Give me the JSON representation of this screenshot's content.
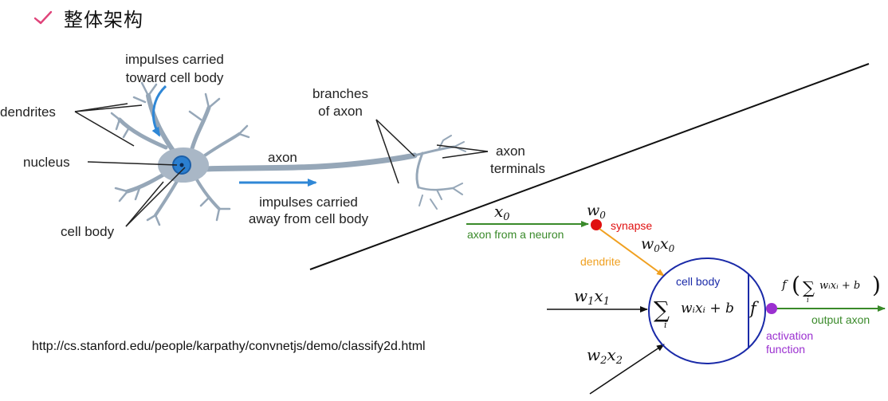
{
  "header": {
    "icon": "check-icon",
    "accent_color": "#e0447a",
    "title": "整体架构"
  },
  "biological_neuron": {
    "labels": {
      "impulses_toward_line1": "impulses carried",
      "impulses_toward_line2": "toward cell body",
      "dendrites": "dendrites",
      "nucleus": "nucleus",
      "cell_body": "cell body",
      "axon": "axon",
      "branches_line1": "branches",
      "branches_line2": "of axon",
      "terminals_line1": "axon",
      "terminals_line2": "terminals",
      "impulses_away_line1": "impulses carried",
      "impulses_away_line2": "away from cell body"
    },
    "colors": {
      "neuron": "#96a7b8",
      "nucleus": "#2b7fd0",
      "arrow": "#2f87d6"
    }
  },
  "artificial_neuron": {
    "input0": "x",
    "input0_sub": "0",
    "weight0": "w",
    "weight0_sub": "0",
    "synapse": "synapse",
    "axon_from_neuron": "axon from a neuron",
    "weighted0_w": "w",
    "weighted0_w_sub": "0",
    "weighted0_x": "x",
    "weighted0_x_sub": "0",
    "dendrite": "dendrite",
    "input1_w": "w",
    "input1_w_sub": "1",
    "input1_x": "x",
    "input1_x_sub": "1",
    "input2_w": "w",
    "input2_w_sub": "2",
    "input2_x": "x",
    "input2_x_sub": "2",
    "cell_body": "cell body",
    "sum_symbol": "∑",
    "sum_index": "i",
    "sum_expr": "wᵢxᵢ + b",
    "activation_symbol": "f",
    "output_f": "f",
    "output_paren_open": "(",
    "output_paren_close": ")",
    "output_expr": "wᵢxᵢ + b",
    "output_axon": "output axon",
    "activation_line1": "activation",
    "activation_line2": "function",
    "colors": {
      "axon_green": "#3a8a2a",
      "synapse_red": "#e01010",
      "dendrite_orange": "#f0a020",
      "cell_blue": "#1a2aa8",
      "activation_purple": "#9b30d0"
    }
  },
  "source_url": "http://cs.stanford.edu/people/karpathy/convnetjs/demo/classify2d.html"
}
